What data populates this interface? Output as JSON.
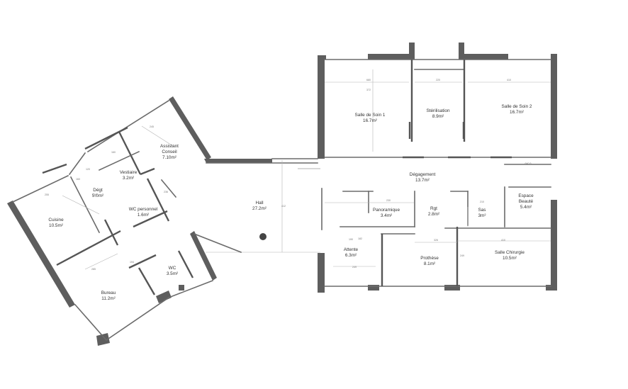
{
  "rooms": {
    "salle_soin_1": {
      "name": "Salle de Soin 1",
      "area": "16.7m²"
    },
    "sterilisation": {
      "name": "Stérilisation",
      "area": "8.9m²"
    },
    "salle_soin_2": {
      "name": "Salle de Soin 2",
      "area": "16.7m²"
    },
    "degagement": {
      "name": "Dégagement",
      "area": "13.7m²"
    },
    "espace_beaute": {
      "name_1": "Espace",
      "name_2": "Beauté",
      "area": "5.4m²"
    },
    "panoramique": {
      "name": "Panoramique",
      "area": "3.4m²"
    },
    "rgt": {
      "name": "Rgt",
      "area": "2.8m²"
    },
    "sas": {
      "name": "Sas",
      "area": "3m²"
    },
    "hall": {
      "name": "Hall",
      "area": "27.2m²"
    },
    "attente": {
      "name": "Attente",
      "area": "6.3m²"
    },
    "prothese": {
      "name": "Prothèse",
      "area": "8.1m²"
    },
    "salle_chirurgie": {
      "name": "Salle Chirurgie",
      "area": "10.5m²"
    },
    "assistant_conseil": {
      "name_1": "Assistant",
      "name_2": "Conseil",
      "area": "7.10m²"
    },
    "vestiaire": {
      "name": "Vestiaire",
      "area": "3.2m²"
    },
    "degt": {
      "name": "Dégt",
      "area": "5.0m²"
    },
    "wc_personnel": {
      "name": "WC personnel",
      "area": "1.6m²"
    },
    "cuisine": {
      "name": "Cuisine",
      "area": "10.5m²"
    },
    "wc": {
      "name": "WC",
      "area": "3.5m²"
    },
    "bureau": {
      "name": "Bureau",
      "area": "11.2m²"
    }
  },
  "dimensions": {
    "d1": "680",
    "d2": "220",
    "d3": "410",
    "d4": "410",
    "d5": "249",
    "d6": "326",
    "d7": "182",
    "d8": "640.5",
    "d9": "210",
    "d10": "230",
    "d11": "268",
    "d12": "372",
    "d13": "190",
    "d14": "249",
    "d15": "245",
    "d16": "160",
    "d17": "120",
    "d18": "285",
    "d19": "255",
    "d20": "160",
    "d21": "194",
    "d22": "236",
    "d23": "412"
  }
}
